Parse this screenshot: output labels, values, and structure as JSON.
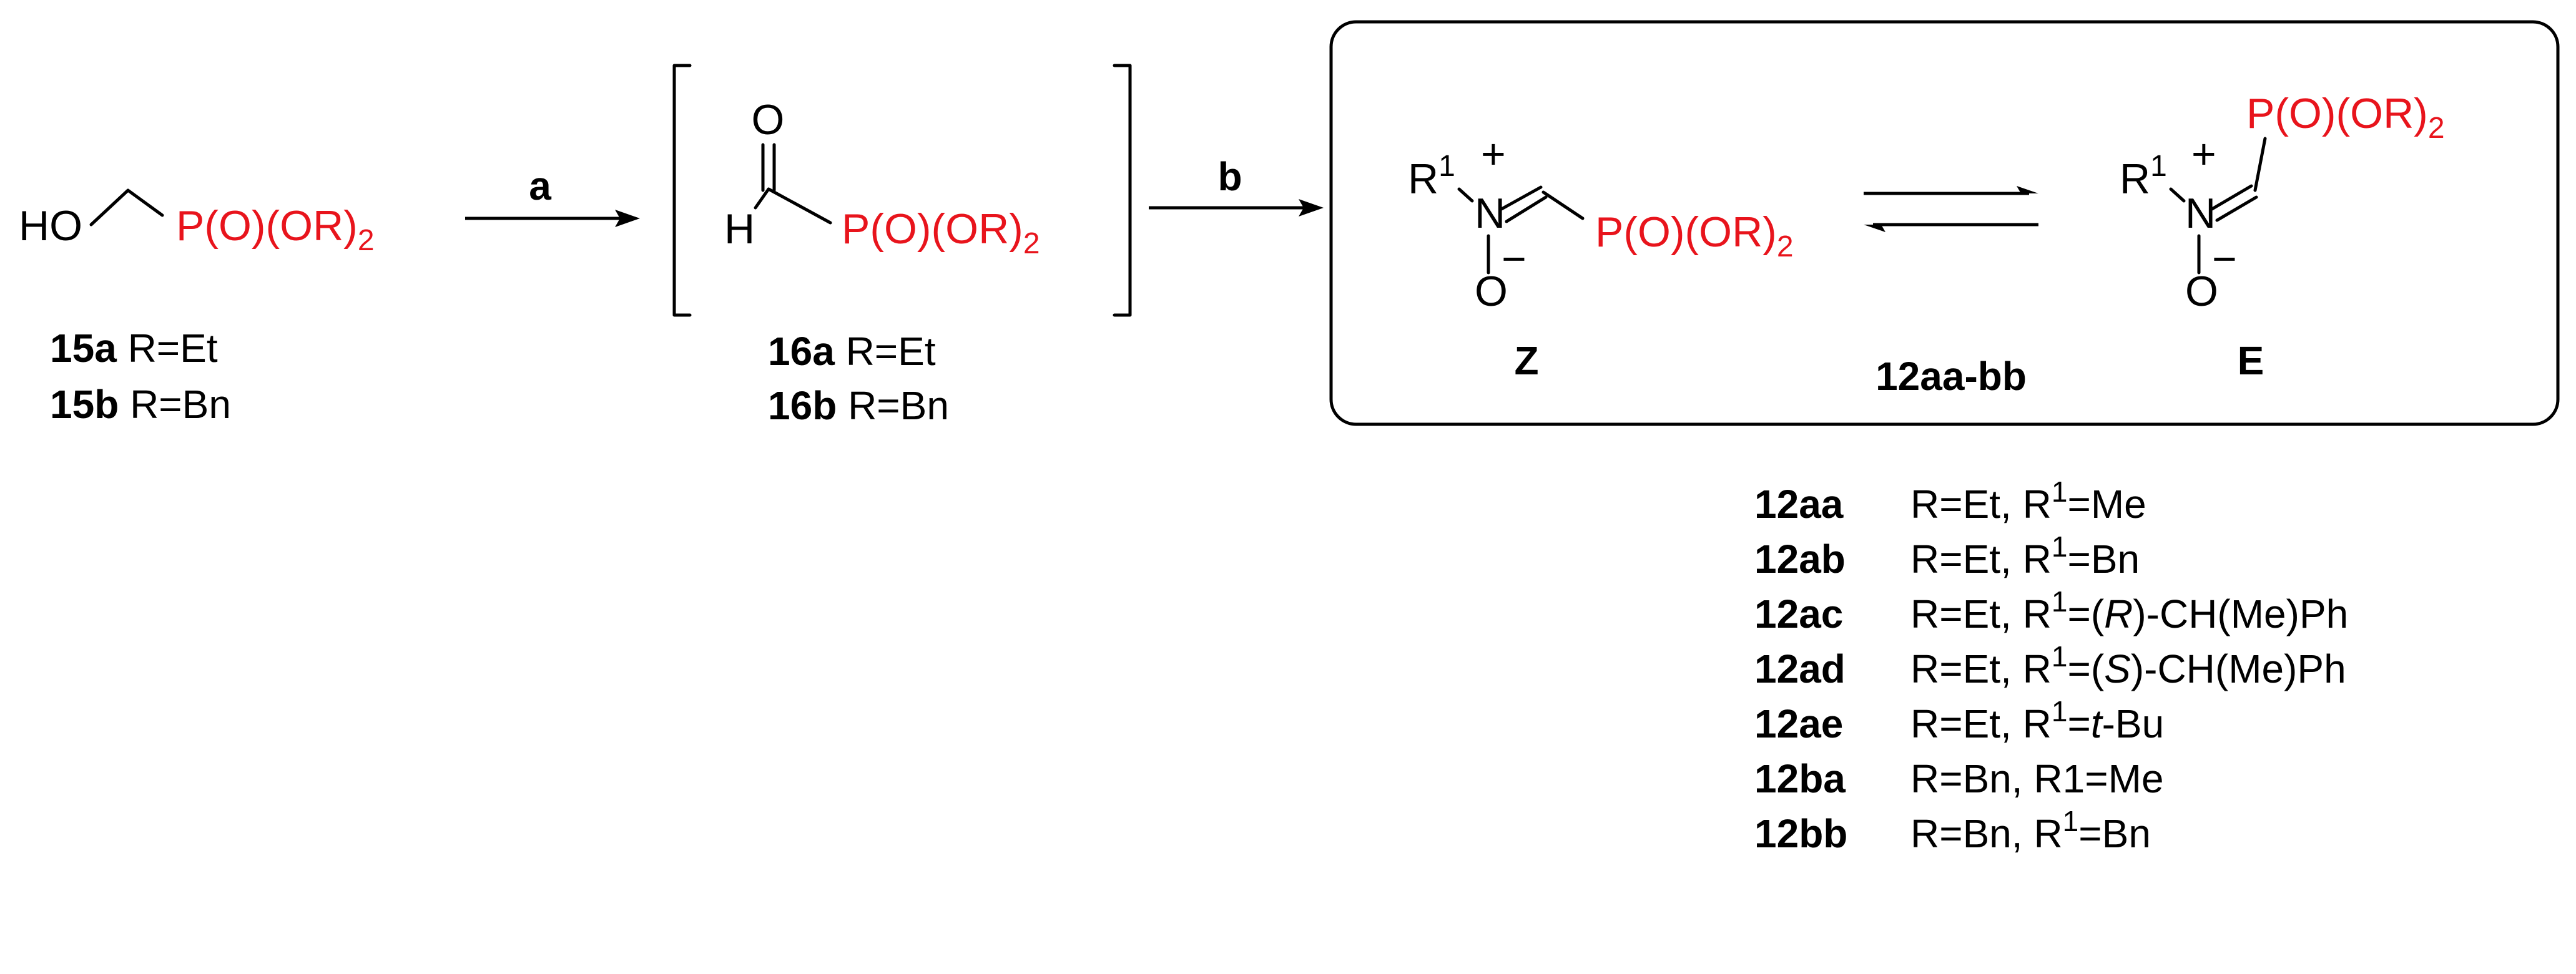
{
  "reagent_labels": {
    "a": "a",
    "b": "b"
  },
  "compound_15": {
    "ho": "HO",
    "phosphonate": {
      "p_part": "P(O)(OR)",
      "sub": "2"
    },
    "labels": [
      {
        "id": "15a",
        "text": " R=Et"
      },
      {
        "id": "15b",
        "text": " R=Bn"
      }
    ]
  },
  "compound_16": {
    "oxygen": "O",
    "hydrogen": "H",
    "phosphonate": {
      "p_part": "P(O)(OR)",
      "sub": "2"
    },
    "labels": [
      {
        "id": "16a",
        "text": " R=Et"
      },
      {
        "id": "16b",
        "text": " R=Bn"
      }
    ]
  },
  "nitrone_box": {
    "z_isomer": {
      "r": "R",
      "r_sup": "1",
      "plus": "+",
      "n": "N",
      "o": "O",
      "minus": "−",
      "phosphonate": {
        "p_part": "P(O)(OR)",
        "sub": "2"
      },
      "label": "Z"
    },
    "e_isomer": {
      "r": "R",
      "r_sup": "1",
      "plus": "+",
      "n": "N",
      "o": "O",
      "minus": "−",
      "phosphonate": {
        "p_part": "P(O)(OR)",
        "sub": "2"
      },
      "label": "E"
    },
    "series_label": "12aa-bb"
  },
  "compound_list": [
    {
      "id": "12aa",
      "segments": [
        {
          "t": "R=Et, R"
        },
        {
          "t": "1",
          "sup": true
        },
        {
          "t": "=Me"
        }
      ]
    },
    {
      "id": "12ab",
      "segments": [
        {
          "t": "R=Et, R"
        },
        {
          "t": "1",
          "sup": true
        },
        {
          "t": "=Bn"
        }
      ]
    },
    {
      "id": "12ac",
      "segments": [
        {
          "t": "R=Et, R"
        },
        {
          "t": "1",
          "sup": true
        },
        {
          "t": "=("
        },
        {
          "t": "R",
          "ital": true
        },
        {
          "t": ")-CH(Me)Ph"
        }
      ]
    },
    {
      "id": "12ad",
      "segments": [
        {
          "t": "R=Et, R"
        },
        {
          "t": "1",
          "sup": true
        },
        {
          "t": "=("
        },
        {
          "t": "S",
          "ital": true
        },
        {
          "t": ")-CH(Me)Ph"
        }
      ]
    },
    {
      "id": "12ae",
      "segments": [
        {
          "t": "R=Et, R"
        },
        {
          "t": "1",
          "sup": true
        },
        {
          "t": "="
        },
        {
          "t": "t",
          "ital": true
        },
        {
          "t": "-Bu"
        }
      ]
    },
    {
      "id": "12ba",
      "segments": [
        {
          "t": "R=Bn, R1=Me"
        }
      ]
    },
    {
      "id": "12bb",
      "segments": [
        {
          "t": "R=Bn, R"
        },
        {
          "t": "1",
          "sup": true
        },
        {
          "t": "=Bn"
        }
      ]
    }
  ],
  "colors": {
    "phosphonate": "#e8141c",
    "ink": "#000000"
  }
}
